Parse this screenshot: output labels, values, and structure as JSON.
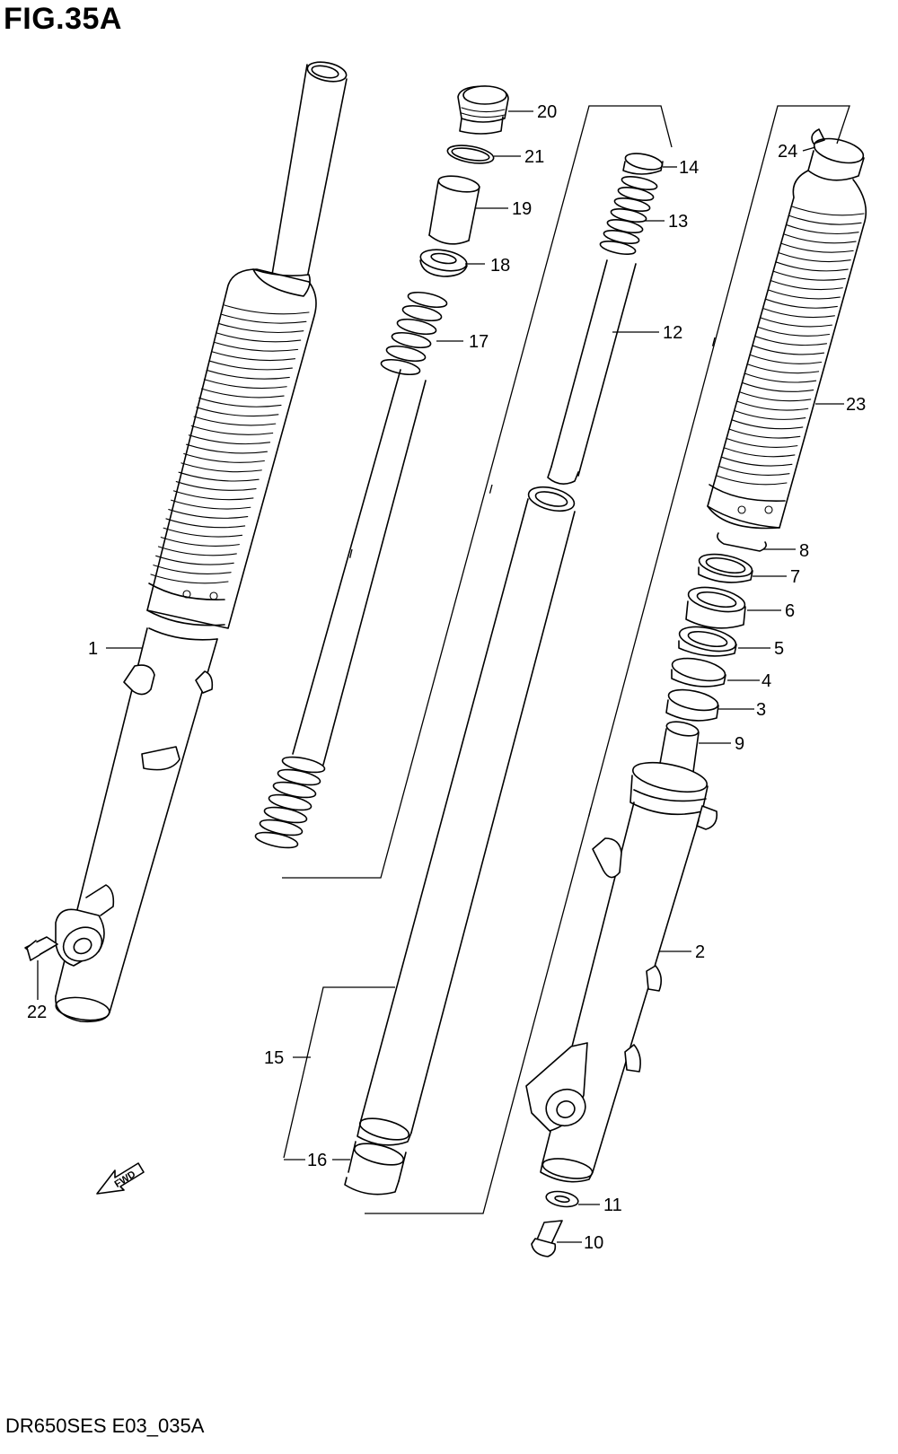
{
  "figure": {
    "title": "FIG.35A",
    "footer_code": "DR650SES E03_035A",
    "fwd_label": "FWD"
  },
  "callouts": {
    "c1": "1",
    "c2": "2",
    "c3": "3",
    "c4": "4",
    "c5": "5",
    "c6": "6",
    "c7": "7",
    "c8": "8",
    "c9": "9",
    "c10": "10",
    "c11": "11",
    "c12": "12",
    "c13": "13",
    "c14": "14",
    "c15": "15",
    "c16": "16",
    "c17": "17",
    "c18": "18",
    "c19": "19",
    "c20": "20",
    "c21": "21",
    "c22": "22",
    "c23": "23",
    "c24": "24"
  }
}
